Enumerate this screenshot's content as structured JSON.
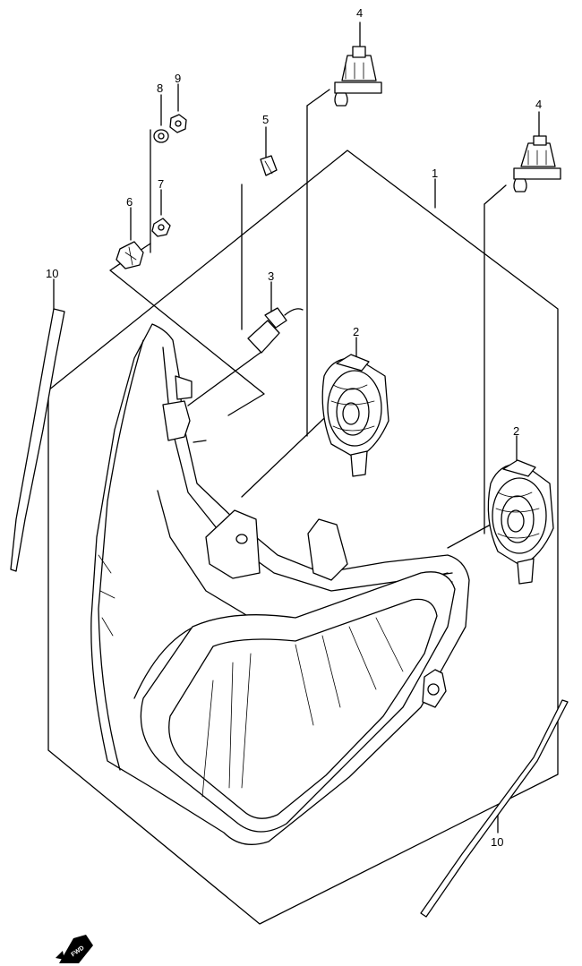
{
  "diagram": {
    "callouts": [
      {
        "id": "callout-1",
        "label": "1"
      },
      {
        "id": "callout-2a",
        "label": "2"
      },
      {
        "id": "callout-2b",
        "label": "2"
      },
      {
        "id": "callout-3",
        "label": "3"
      },
      {
        "id": "callout-4a",
        "label": "4"
      },
      {
        "id": "callout-4b",
        "label": "4"
      },
      {
        "id": "callout-5",
        "label": "5"
      },
      {
        "id": "callout-6",
        "label": "6"
      },
      {
        "id": "callout-7",
        "label": "7"
      },
      {
        "id": "callout-8",
        "label": "8"
      },
      {
        "id": "callout-9",
        "label": "9"
      },
      {
        "id": "callout-10a",
        "label": "10"
      },
      {
        "id": "callout-10b",
        "label": "10"
      }
    ],
    "fwd_badge": "FWD"
  }
}
